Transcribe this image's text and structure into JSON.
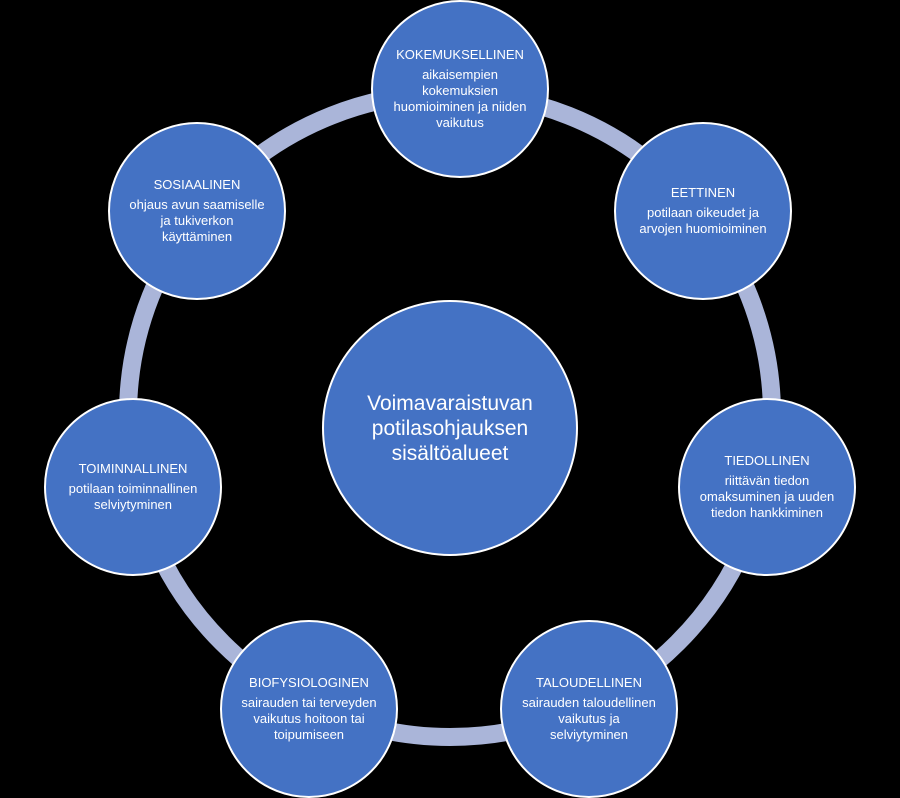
{
  "colors": {
    "background": "#000000",
    "node_fill": "#4472c4",
    "node_border": "#ffffff",
    "ring": "#aab5d9",
    "text": "#ffffff"
  },
  "center": {
    "text": "Voimavaraistuvan potilasohjauksen sisältöalueet"
  },
  "nodes": {
    "kokemuksellinen": {
      "title": "KOKEMUKSELLINEN",
      "desc": "aikaisempien kokemuksien huomioiminen ja niiden vaikutus"
    },
    "eettinen": {
      "title": "EETTINEN",
      "desc": "potilaan oikeudet ja arvojen huomioiminen"
    },
    "tiedollinen": {
      "title": "TIEDOLLINEN",
      "desc": "riittävän tiedon omaksuminen ja uuden tiedon hankkiminen"
    },
    "taloudellinen": {
      "title": "TALOUDELLINEN",
      "desc": "sairauden taloudellinen vaikutus ja selviytyminen"
    },
    "biofysiologinen": {
      "title": "BIOFYSIOLOGINEN",
      "desc": "sairauden tai terveyden vaikutus hoitoon tai toipumiseen"
    },
    "toiminnallinen": {
      "title": "TOIMINNALLINEN",
      "desc": "potilaan toiminnallinen selviytyminen"
    },
    "sosiaalinen": {
      "title": "SOSIAALINEN",
      "desc": "ohjaus avun saamiselle ja tukiverkon käyttäminen"
    }
  }
}
